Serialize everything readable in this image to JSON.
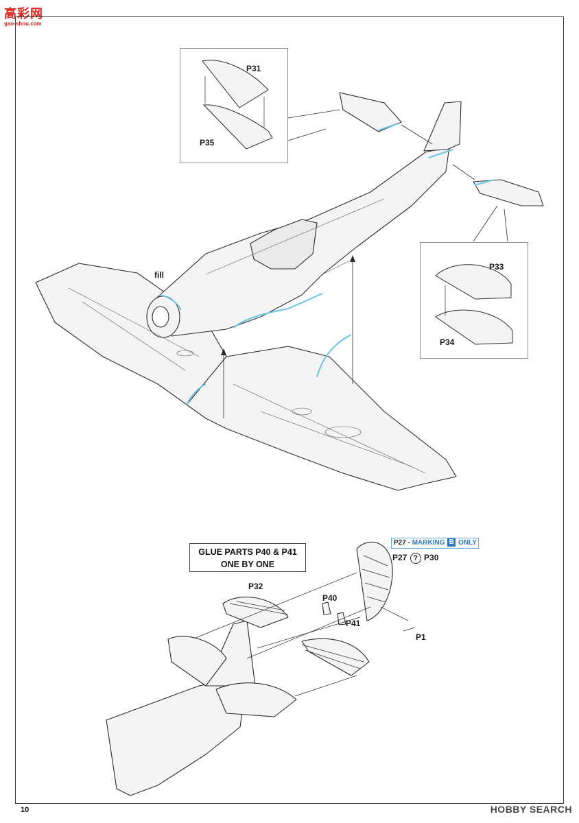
{
  "watermark_top": {
    "chars": "高彩网",
    "url": "gao-shou.com"
  },
  "page_number": "10",
  "watermark_bottom": "HOBBY SEARCH",
  "detail_top_left": {
    "label_upper": "P31",
    "label_lower": "P35"
  },
  "detail_top_right": {
    "label_upper": "P33",
    "label_lower": "P34"
  },
  "fill_label": "fill",
  "glue_note": {
    "line1": "GLUE PARTS P40 & P41",
    "line2": "ONE BY ONE"
  },
  "marking_note": {
    "prefix": "P27 - ",
    "word": "MARKING",
    "badge": "B",
    "suffix": "ONLY"
  },
  "tail_labels": {
    "p27": "P27",
    "question": "?",
    "p30": "P30",
    "p32": "P32",
    "p40": "P40",
    "p41": "P41",
    "p1": "P1"
  },
  "colors": {
    "highlight": "#6bc4e4",
    "line": "#2b2b2b",
    "fill": "#f4f4f4"
  }
}
